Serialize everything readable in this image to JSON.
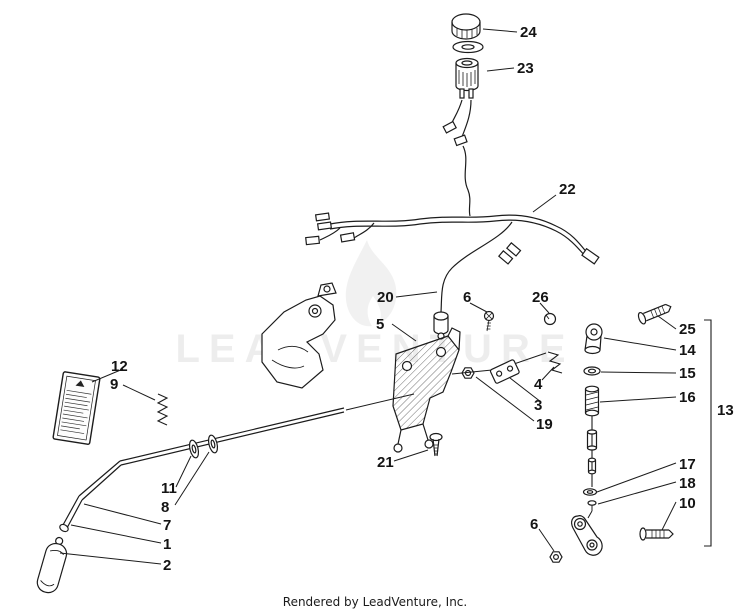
{
  "watermark": {
    "text": "LEADVENTURE"
  },
  "footer": {
    "text": "Rendered by LeadVenture, Inc."
  },
  "labels": {
    "p1": "1",
    "p2": "2",
    "p3": "3",
    "p4": "4",
    "p5": "5",
    "p6_top": "6",
    "p6_bottom": "6",
    "p7": "7",
    "p8": "8",
    "p9": "9",
    "p10": "10",
    "p11": "11",
    "p12": "12",
    "p13": "13",
    "p14": "14",
    "p15": "15",
    "p16": "16",
    "p17": "17",
    "p18": "18",
    "p19": "19",
    "p20": "20",
    "p21": "21",
    "p22": "22",
    "p23": "23",
    "p24": "24",
    "p25": "25",
    "p26": "26"
  }
}
